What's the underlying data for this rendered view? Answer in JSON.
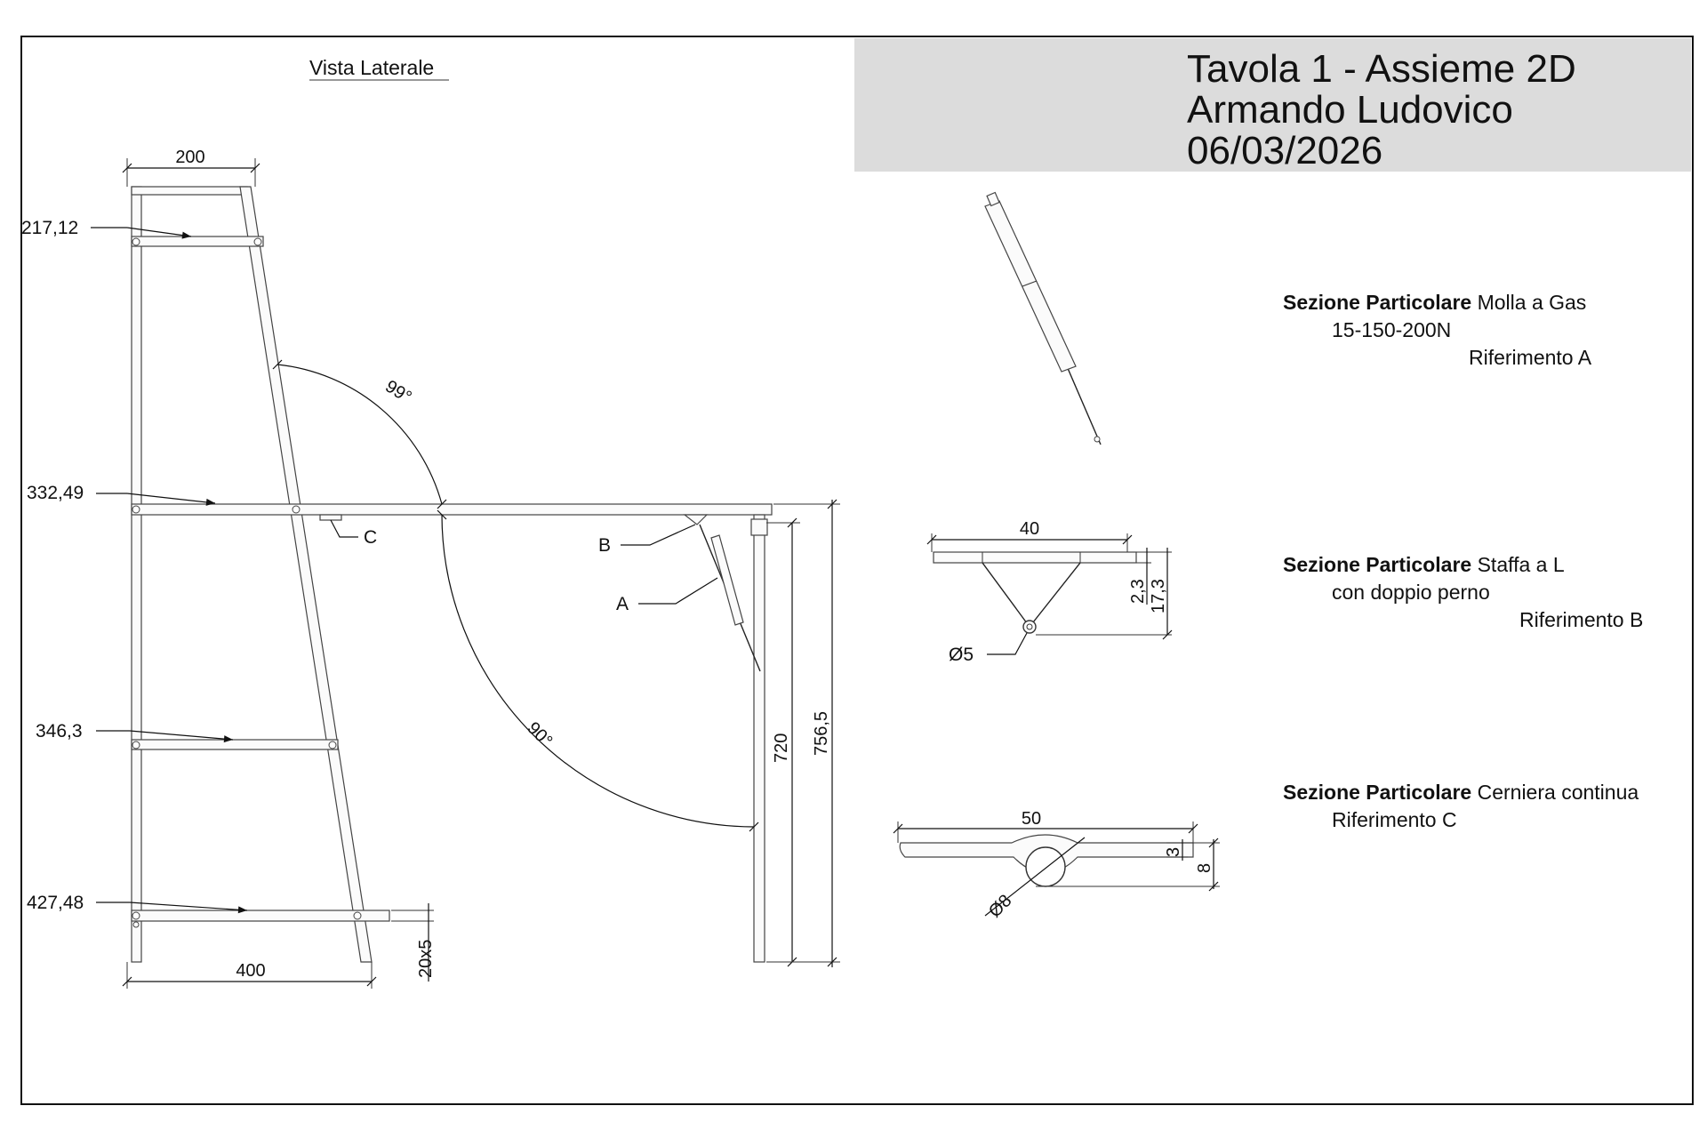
{
  "title_block": {
    "line1": "Tavola 1 - Assieme 2D",
    "line2": "Armando Ludovico",
    "line3": "06/03/2026",
    "fill": "#dcdcdc"
  },
  "view_title": "Vista Laterale",
  "dimensions": {
    "top_width": "200",
    "bottom_width": "400",
    "shelf_1": "217,12",
    "shelf_2": "332,49",
    "shelf_3": "346,3",
    "shelf_4": "427,48",
    "section": "20x5",
    "height_720": "720",
    "height_756": "756,5",
    "angle_99": "99°",
    "angle_90": "90°"
  },
  "callouts": {
    "a": "A",
    "b": "B",
    "c": "C"
  },
  "detail_b": {
    "width": "40",
    "d1": "2,3",
    "d2": "17,3",
    "hole": "Ø5"
  },
  "detail_c": {
    "width": "50",
    "d1": "3",
    "d2": "8",
    "hole": "Ø8"
  },
  "sections": [
    {
      "bold": "Sezione Particolare",
      "name": "Molla a Gas",
      "line2": "15-150-200N",
      "line3": "Riferimento A"
    },
    {
      "bold": "Sezione Particolare",
      "name": "Staffa a L",
      "line2": "con doppio perno",
      "line3": "Riferimento B"
    },
    {
      "bold": "Sezione Particolare",
      "name": "Cerniera continua",
      "line2": "Riferimento C",
      "line3": ""
    }
  ]
}
